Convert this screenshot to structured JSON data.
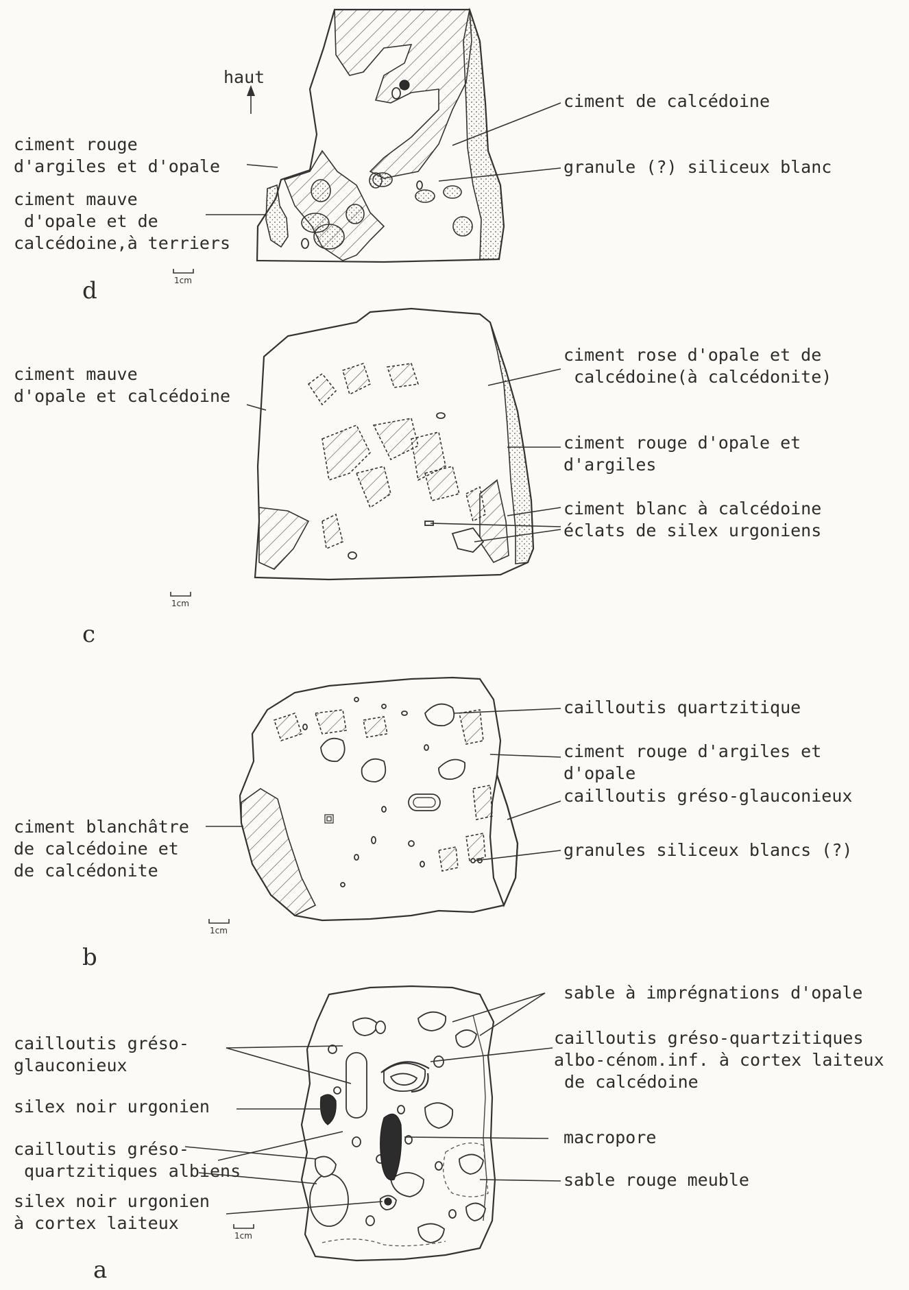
{
  "panels": {
    "d": {
      "letter": "d",
      "scale_label": "1cm",
      "orientation_label": "haut",
      "labels_left": [
        "ciment rouge\nd'argiles et d'opale",
        "ciment mauve\n d'opale et de\ncalcédoine,à terriers"
      ],
      "labels_right": [
        "ciment de calcédoine",
        "granule (?) siliceux blanc"
      ]
    },
    "c": {
      "letter": "c",
      "scale_label": "1cm",
      "labels_left": [
        "ciment mauve\nd'opale et calcédoine"
      ],
      "labels_right": [
        "ciment rose d'opale et de\n calcédoine(à calcédonite)",
        "ciment rouge d'opale et\nd'argiles",
        "ciment blanc à calcédoine\néclats de silex urgoniens"
      ]
    },
    "b": {
      "letter": "b",
      "scale_label": "1cm",
      "labels_left": [
        "ciment blanchâtre\nde calcédoine et\nde calcédonite"
      ],
      "labels_right": [
        "cailloutis quartzitique",
        "ciment rouge d'argiles et\nd'opale",
        "cailloutis gréso-glauconieux",
        "granules siliceux blancs (?)"
      ]
    },
    "a": {
      "letter": "a",
      "scale_label": "1cm",
      "labels_left": [
        "cailloutis gréso-\nglauconieux",
        "silex noir urgonien",
        "cailloutis gréso-\n quartzitiques albiens",
        "silex noir urgonien\nà cortex laiteux"
      ],
      "labels_right": [
        "sable à imprégnations d'opale",
        "cailloutis gréso-quartzitiques\nalbo-cénom.inf. à cortex laiteux\n de calcédoine",
        "macropore",
        "sable rouge meuble"
      ]
    }
  }
}
